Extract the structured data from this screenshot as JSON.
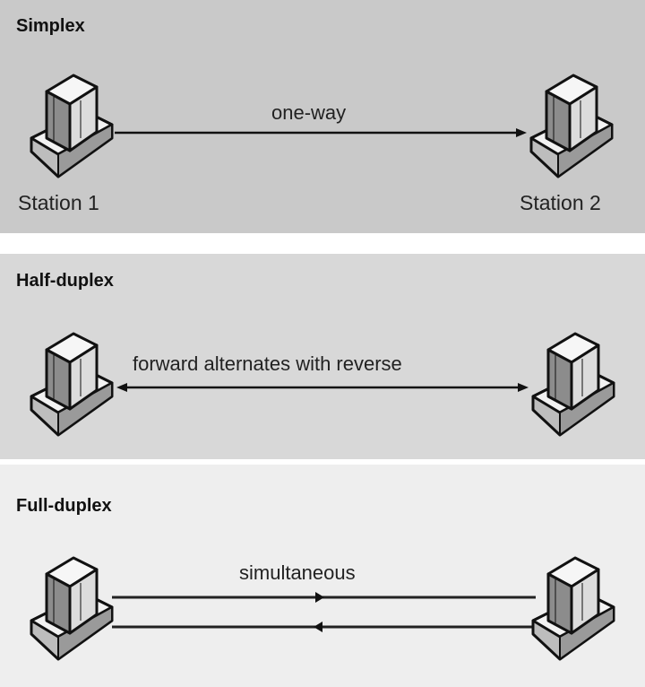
{
  "simplex": {
    "title": "Simplex",
    "arrow_label": "one-way",
    "station1": "Station 1",
    "station2": "Station 2"
  },
  "half_duplex": {
    "title": "Half-duplex",
    "arrow_label": "forward alternates with reverse"
  },
  "full_duplex": {
    "title": "Full-duplex",
    "arrow_label": "simultaneous"
  },
  "colors": {
    "simplex_bg": "#c9c9c9",
    "half_bg": "#d8d8d8",
    "full_bg": "#eeeeee",
    "line": "#111111"
  }
}
